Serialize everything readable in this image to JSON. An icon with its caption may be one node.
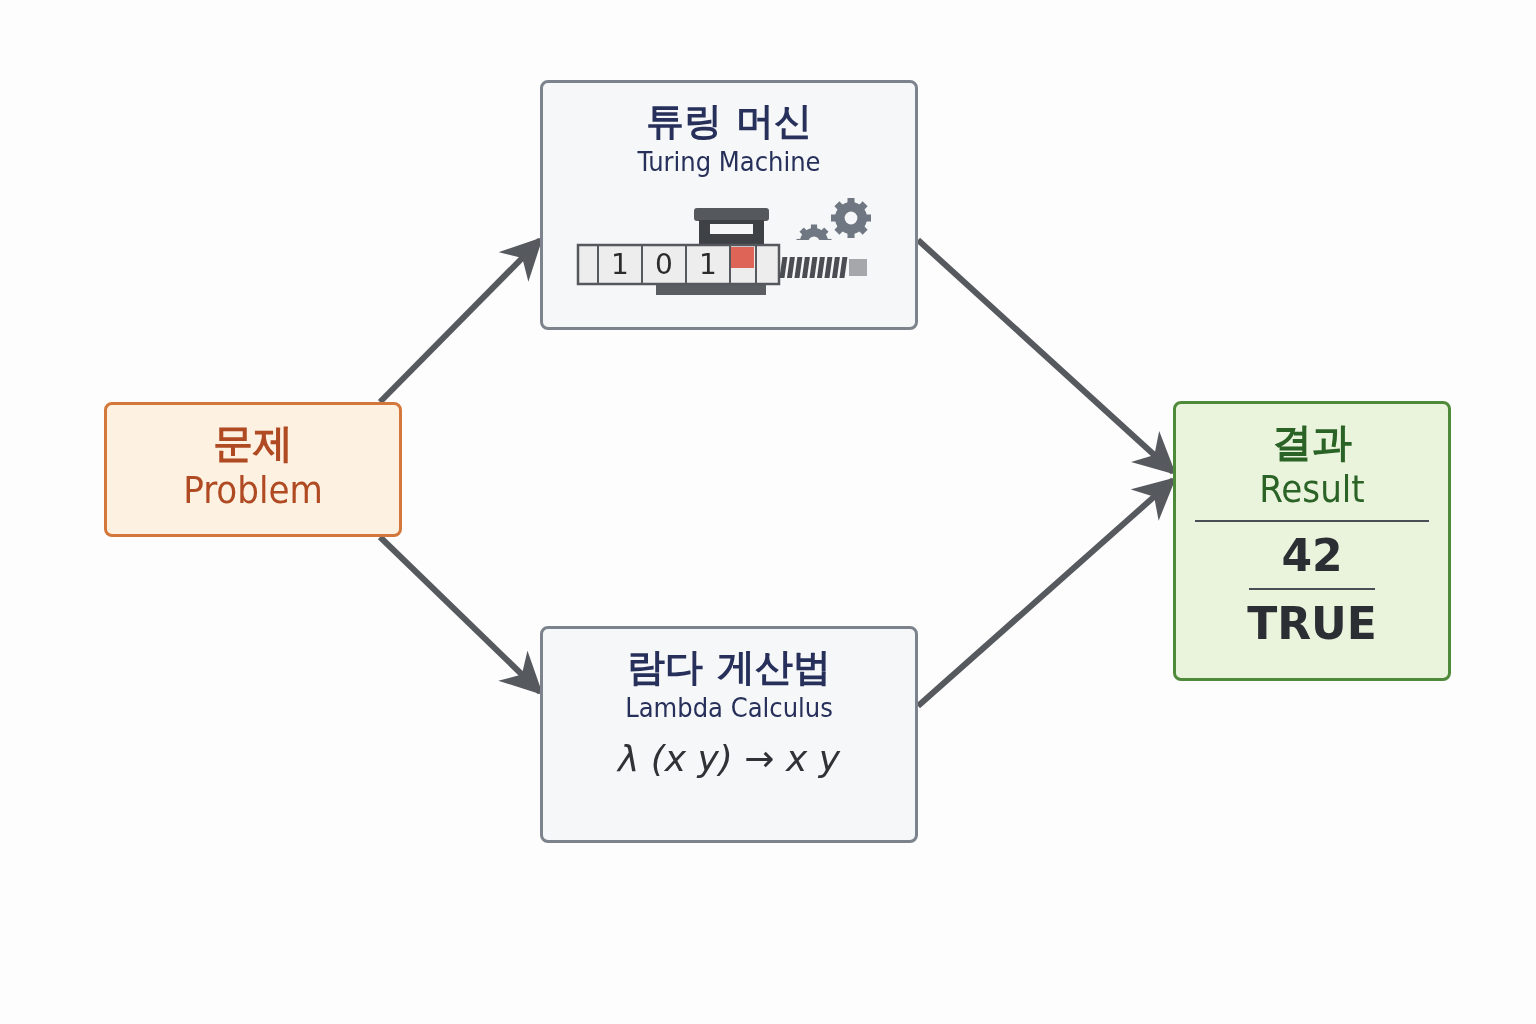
{
  "diagram": {
    "nodes": [
      {
        "text": [
          "문제",
          "Problem"
        ]
      },
      {
        "text": [
          "튜링 머신",
          "Turing Machine"
        ]
      },
      {
        "text": [
          "람다 게산법",
          "Lambda Calculus",
          "λ (x y) → x y"
        ]
      },
      {
        "text": [
          "결과",
          "Result",
          "42",
          "TRUE"
        ]
      }
    ],
    "edges": [
      {
        "from": 0,
        "to": 1,
        "arrow": "to"
      },
      {
        "from": 0,
        "to": 2,
        "arrow": "to"
      },
      {
        "from": 1,
        "to": 3,
        "arrow": "to"
      },
      {
        "from": 2,
        "to": 3,
        "arrow": "to"
      }
    ],
    "labels": [
      "1",
      "0",
      "1"
    ]
  }
}
